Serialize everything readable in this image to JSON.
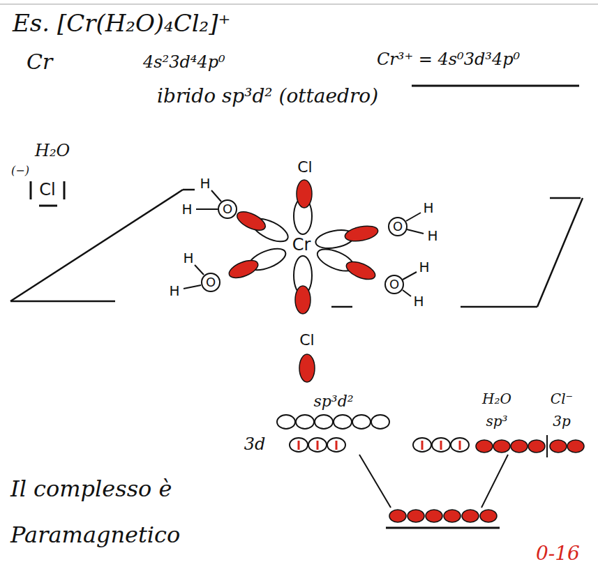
{
  "diagram": {
    "title": "Es. [Cr(H₂O)₄Cl₂]⁺",
    "labels": [
      "Cr",
      "4s²3d⁴4p⁰",
      "Cr³⁺ = 4s⁰3d³4p⁰",
      "ibrido sp³d² (ottaedro)",
      "H₂O",
      "(−)",
      "Cl",
      "Cl",
      "Cr",
      "Cl",
      "O",
      "O",
      "O",
      "O",
      "H",
      "H",
      "H",
      "H",
      "H",
      "H",
      "H",
      "H",
      "sp³d²",
      "3d",
      "H₂O",
      "Cl⁻",
      "sp³",
      "3p",
      "Il complesso è Paramagnetico",
      "0-16"
    ]
  }
}
